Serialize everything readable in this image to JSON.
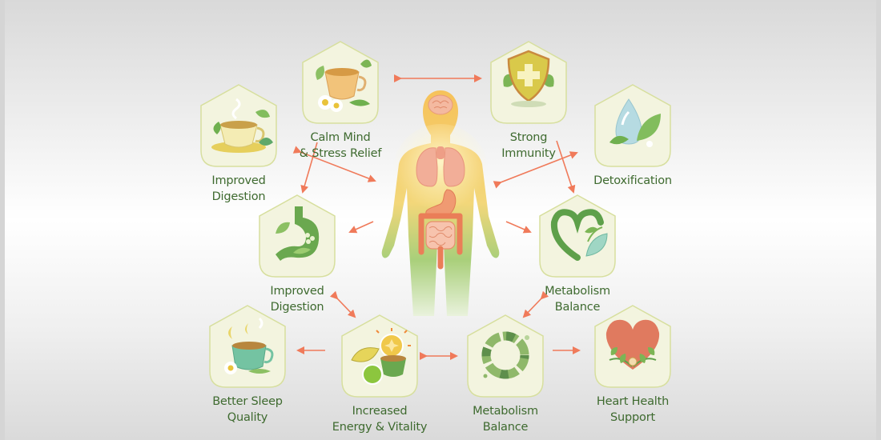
{
  "diagram": {
    "title": "",
    "center": {
      "name": "Human body with organs",
      "icon": "human-body-icon"
    },
    "colors": {
      "arrow": "#f07a5a",
      "label": "#3e6a2f",
      "hex_fill": "#f3f4df",
      "hex_border": "#cfd9a0"
    },
    "nodes": [
      {
        "id": "improved-digestion-top",
        "line1": "Improved",
        "line2": "Digestion",
        "icon": "tea-cup-saucer-icon"
      },
      {
        "id": "calm-mind",
        "line1": "Calm Mind",
        "line2": "& Stress Relief",
        "icon": "tea-cup-chamomile-icon"
      },
      {
        "id": "strong-immunity",
        "line1": "Strong",
        "line2": "Immunity",
        "icon": "shield-cross-icon"
      },
      {
        "id": "detoxification",
        "line1": "Detoxification",
        "line2": "",
        "icon": "water-drop-leaf-icon"
      },
      {
        "id": "improved-digestion-mid",
        "line1": "Improved",
        "line2": "Digestion",
        "icon": "stomach-leaf-icon"
      },
      {
        "id": "metabolism-balance-mid",
        "line1": "Metabolism",
        "line2": "Balance",
        "icon": "leaf-heart-icon"
      },
      {
        "id": "better-sleep",
        "line1": "Better Sleep",
        "line2": "Quality",
        "icon": "tea-cup-moon-icon"
      },
      {
        "id": "energy-vitality",
        "line1": "Increased",
        "line2": "Energy & Vitality",
        "icon": "sun-fruit-icon"
      },
      {
        "id": "metabolism-balance-bottom",
        "line1": "Metabolism",
        "line2": "Balance",
        "icon": "cycle-ring-icon"
      },
      {
        "id": "heart-health",
        "line1": "Heart Health",
        "line2": "Support",
        "icon": "heart-leaves-icon"
      }
    ]
  }
}
